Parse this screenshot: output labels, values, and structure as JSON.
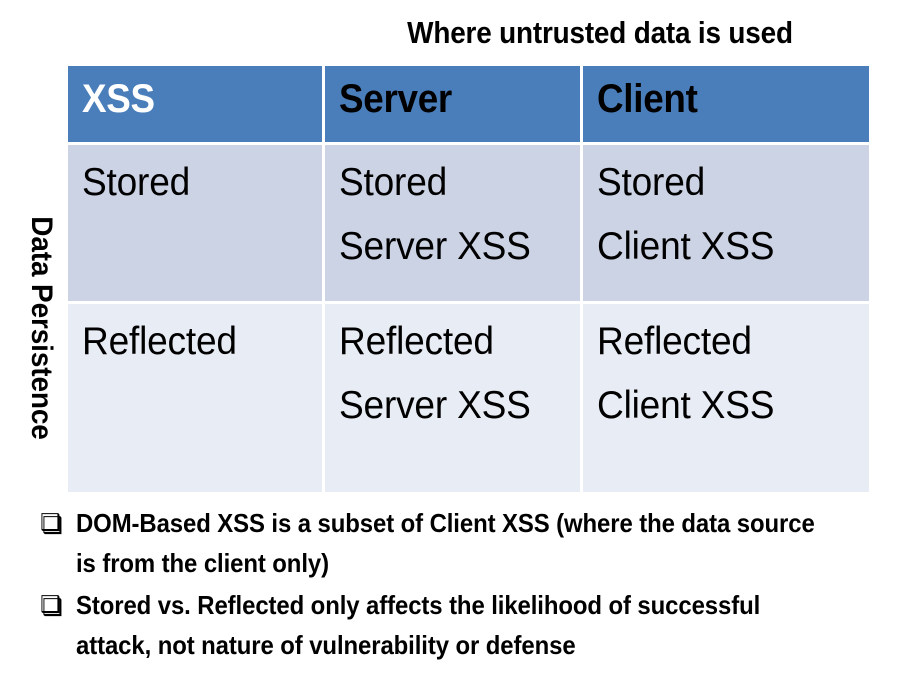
{
  "axes": {
    "column_title": "Where untrusted data is used",
    "row_title": "Data Persistence"
  },
  "colors": {
    "header_fill": "#4A7EBB",
    "header_corner_text": "#FFFFFF",
    "header_text": "#000000",
    "row_stored_fill": "#CCD3E5",
    "row_reflected_fill": "#E8ECF4",
    "body_text": "#000000",
    "page_background": "#FFFFFF",
    "cell_gap": "#FFFFFF"
  },
  "matrix": {
    "corner_label": "XSS",
    "column_headers": [
      "Server",
      "Client"
    ],
    "rows": [
      {
        "label": "Stored",
        "cells": [
          "Stored\nServer XSS",
          "Stored\nClient XSS"
        ]
      },
      {
        "label": "Reflected",
        "cells": [
          "Reflected\nServer XSS",
          "Reflected\nClient XSS"
        ]
      }
    ]
  },
  "notes": {
    "bullet_glyph": "❑",
    "items": [
      "DOM-Based XSS is a subset of Client XSS (where the data source is from the client only)",
      "Stored vs. Reflected only affects the likelihood of successful attack, not nature of vulnerability or defense"
    ]
  }
}
